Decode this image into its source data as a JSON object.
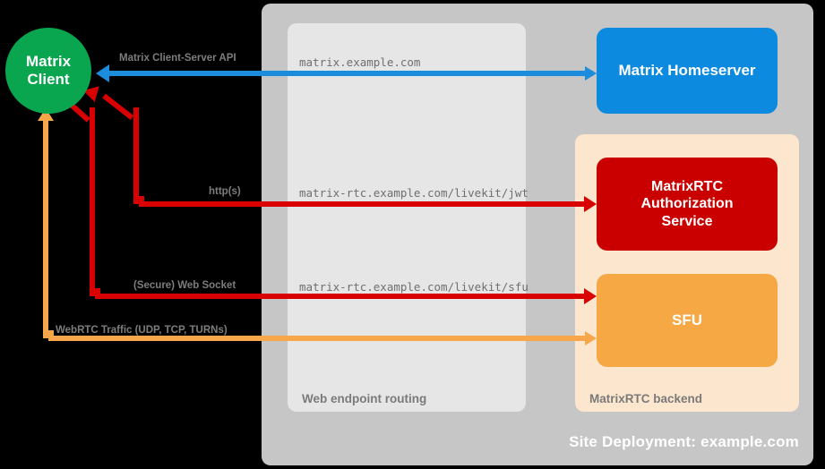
{
  "diagram": {
    "title": "MatrixRTC site deployment routing diagram",
    "site": {
      "label": "Site Deployment: example.com",
      "color": "#c6c6c6"
    },
    "routing_panel": {
      "label": "Web endpoint routing",
      "color": "#e6e6e6",
      "endpoints": [
        {
          "id": "matrix",
          "path": "matrix.example.com"
        },
        {
          "id": "jwt",
          "path": "matrix-rtc.example.com/livekit/jwt"
        },
        {
          "id": "sfu",
          "path": "matrix-rtc.example.com/livekit/sfu"
        }
      ]
    },
    "backend_panel": {
      "label": "MatrixRTC backend",
      "color": "#fce6cd"
    },
    "nodes": [
      {
        "id": "client",
        "label": "Matrix\nClient",
        "line1": "Matrix",
        "line2": "Client",
        "shape": "circle",
        "color": "#0aa64f"
      },
      {
        "id": "homeserver",
        "label": "Matrix Homeserver",
        "shape": "rounded-rect",
        "color": "#0b8ae0"
      },
      {
        "id": "auth",
        "label": "MatrixRTC Authorization Service",
        "line1": "MatrixRTC",
        "line2": "Authorization",
        "line3": "Service",
        "shape": "rounded-rect",
        "color": "#ca0000"
      },
      {
        "id": "sfu",
        "label": "SFU",
        "shape": "rounded-rect",
        "color": "#f5a844"
      }
    ],
    "connections": [
      {
        "id": "csapi",
        "label": "Matrix Client-Server API",
        "color": "#1b8ddc",
        "from": "client",
        "to": "homeserver",
        "direction": "bidirectional"
      },
      {
        "id": "https",
        "label": "http(s)",
        "color": "#d80000",
        "from": "auth",
        "to": "client",
        "direction": "to-client"
      },
      {
        "id": "websocket",
        "label": "(Secure) Web Socket",
        "color": "#d80000",
        "from": "sfu",
        "to": "client",
        "direction": "to-client"
      },
      {
        "id": "webrtc",
        "label": "WebRTC Traffic (UDP, TCP, TURNs)",
        "color": "#f7a64a",
        "from": "sfu",
        "to": "client",
        "direction": "bidirectional"
      }
    ]
  }
}
